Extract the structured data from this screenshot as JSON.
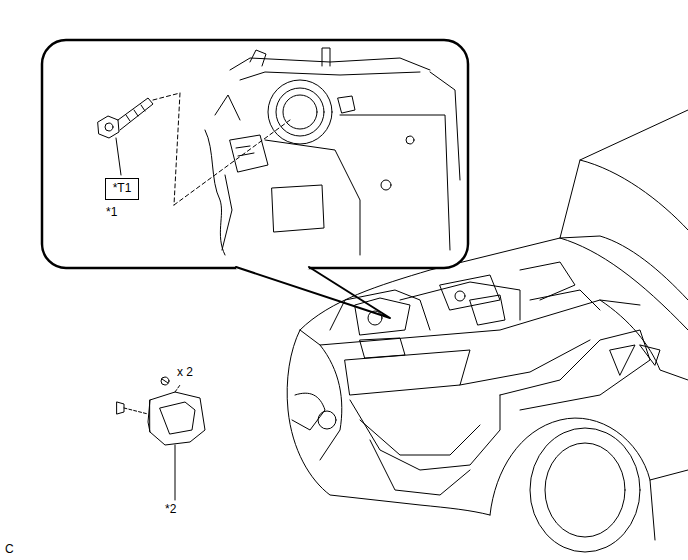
{
  "diagram": {
    "nodes": [
      {
        "text": [
          "*T1"
        ]
      }
    ],
    "labels": [
      "*1",
      "x 2",
      "*2",
      "C"
    ]
  }
}
